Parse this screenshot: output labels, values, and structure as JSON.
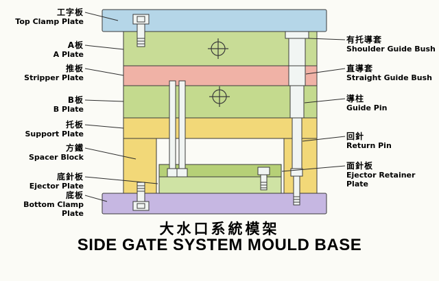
{
  "title": {
    "zh": "大水口系統模架",
    "en": "SIDE GATE SYSTEM MOULD BASE"
  },
  "labels_left": [
    {
      "zh": "工字板",
      "en": "Top Clamp Plate"
    },
    {
      "zh": "A板",
      "en": "A Plate"
    },
    {
      "zh": "推板",
      "en": "Stripper Plate"
    },
    {
      "zh": "B板",
      "en": "B Plate"
    },
    {
      "zh": "托板",
      "en": "Support Plate"
    },
    {
      "zh": "方鐵",
      "en": "Spacer Block"
    },
    {
      "zh": "底針板",
      "en": "Ejector Plate"
    },
    {
      "zh": "底板",
      "en": "Bottom Clamp Plate"
    }
  ],
  "labels_right": [
    {
      "zh": "有托導套",
      "en": "Shoulder Guide Bush"
    },
    {
      "zh": "直導套",
      "en": "Straight Guide Bush"
    },
    {
      "zh": "導柱",
      "en": "Guide Pin"
    },
    {
      "zh": "回針",
      "en": "Return Pin"
    },
    {
      "zh": "面針板",
      "en": "Ejector Retainer Plate"
    }
  ],
  "colors": {
    "top_clamp_plate": "#b5d6e8",
    "a_plate": "#c8dc96",
    "stripper_plate": "#f0b2a6",
    "b_plate": "#c4da8e",
    "support_plate": "#f2d878",
    "spacer_block": "#f2d878",
    "ejector_retainer_plate": "#b6d077",
    "ejector_plate": "#cfe3a4",
    "bottom_clamp_plate": "#c6b7e2",
    "pin_fill": "#f1f5f3",
    "outline": "#3a3a3a"
  }
}
